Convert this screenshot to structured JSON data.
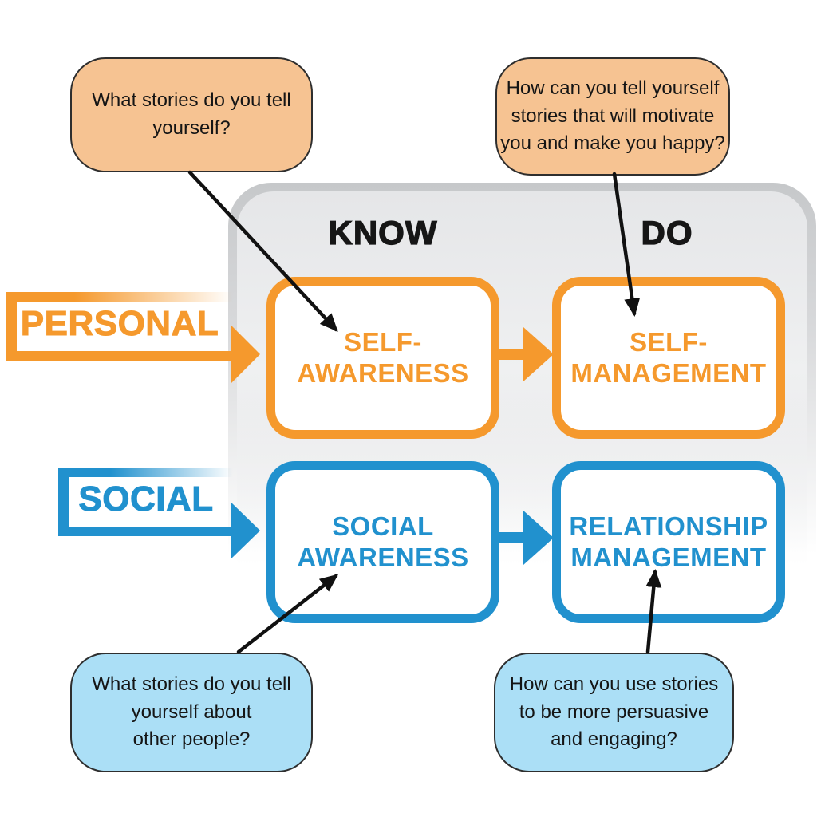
{
  "colors": {
    "orange": "#F5992D",
    "blue": "#2191CE",
    "peach": "#F6C392",
    "sky": "#ABDFF6",
    "header_text": "#161616",
    "bubble_text": "#151515",
    "connector": "#111111"
  },
  "matrix": {
    "column_headers": {
      "know": "KNOW",
      "do": "DO"
    },
    "row_labels": {
      "personal": "PERSONAL",
      "social": "SOCIAL"
    },
    "boxes": {
      "self_awareness": {
        "lines": [
          "SELF-",
          "AWARENESS"
        ]
      },
      "self_management": {
        "lines": [
          "SELF-",
          "MANAGEMENT"
        ]
      },
      "social_awareness": {
        "lines": [
          "SOCIAL",
          "AWARENESS"
        ]
      },
      "relationship_management": {
        "lines": [
          "RELATIONSHIP",
          "MANAGEMENT"
        ]
      }
    }
  },
  "bubbles": {
    "top_left": {
      "lines": [
        "What stories do you tell",
        "yourself?"
      ]
    },
    "top_right": {
      "lines": [
        "How can you tell yourself",
        "stories that will motivate",
        "you and make you happy?"
      ]
    },
    "bottom_left": {
      "lines": [
        "What stories do you tell",
        "yourself about",
        "other people?"
      ]
    },
    "bottom_right": {
      "lines": [
        "How can you use stories",
        "to be more persuasive",
        "and engaging?"
      ]
    }
  }
}
